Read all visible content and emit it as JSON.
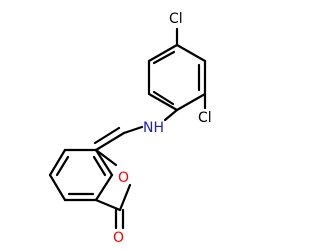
{
  "molecule": {
    "atoms": {
      "cl_top": "Cl",
      "cl_right": "Cl",
      "nh": "NH",
      "o_ring": "O",
      "o_carbonyl": "O"
    },
    "colors": {
      "bond": "#000000",
      "chlorine": "#000000",
      "nitrogen": "#1f1fbf",
      "oxygen": "#ff0000"
    }
  }
}
